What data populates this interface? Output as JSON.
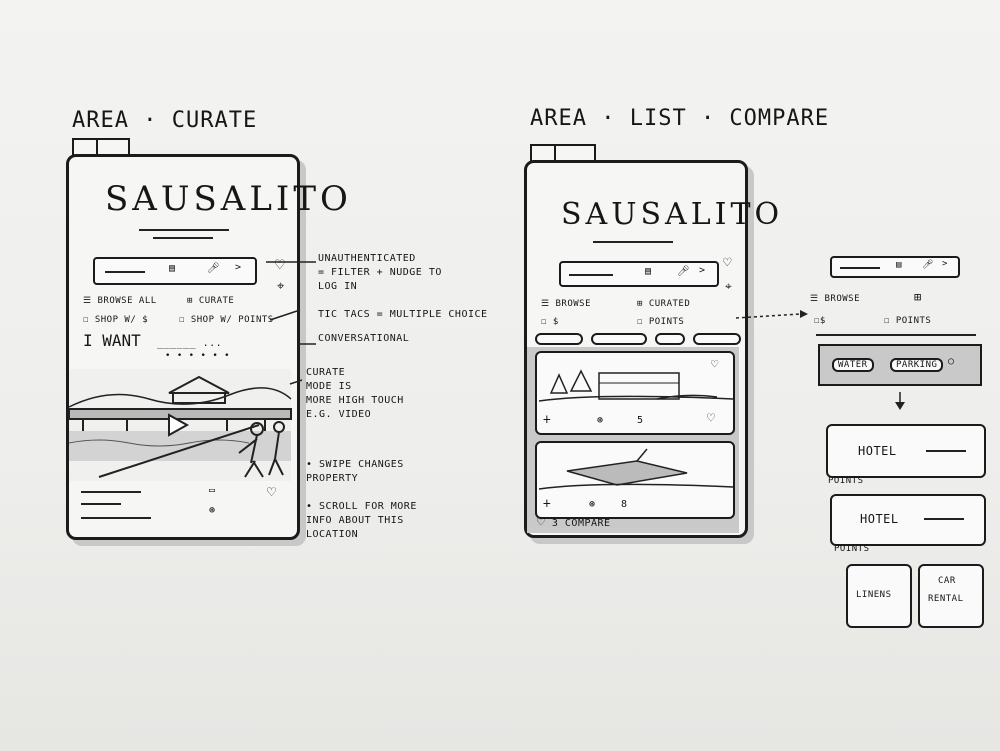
{
  "left": {
    "heading": "AREA · CURATE",
    "brand": "SAUSALITO",
    "browse_all": "BROWSE ALL",
    "curate": "CURATE",
    "shop_with": "SHOP W/ $",
    "shop_points": "SHOP W/ POINTS",
    "i_want": "I WANT",
    "dots": "• • • • • •"
  },
  "right": {
    "heading": "AREA · LIST · COMPARE",
    "brand": "SAUSALITO",
    "browse": "BROWSE",
    "curated": "CURATED",
    "cash": "$",
    "points": "POINTS",
    "card1_count": "5",
    "card2_count": "8",
    "compare": "3 COMPARE"
  },
  "detail": {
    "browse": "BROWSE",
    "points": "POINTS",
    "chip1": "WATER",
    "chip2": "PARKING",
    "hotel1": "HOTEL",
    "hotel1_tag": "POINTS",
    "hotel2": "HOTEL",
    "hotel2_tag": "POINTS",
    "linens": "LINENS",
    "car_rental_1": "CAR",
    "car_rental_2": "RENTAL"
  },
  "notes": {
    "n1": "UNAUTHENTICATED\n= FILTER + NUDGE TO\nLOG IN",
    "n2": "TIC TACS = MULTIPLE CHOICE",
    "n3": "CONVERSATIONAL",
    "n4": "CURATE\nMODE IS\nMORE HIGH TOUCH\nE.G. VIDEO",
    "n5": "• SWIPE CHANGES\nPROPERTY",
    "n6": "• SCROLL FOR MORE\nINFO ABOUT THIS\nLOCATION"
  }
}
